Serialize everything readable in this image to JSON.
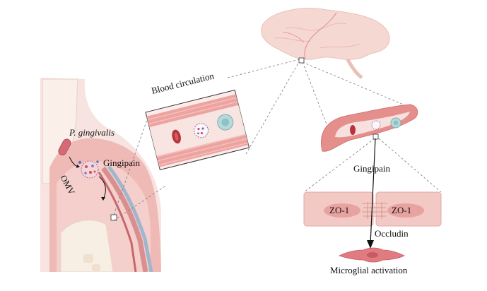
{
  "labels": {
    "p_gingivalis": "P. gingivalis",
    "gingipain_left": "Gingipain",
    "omv": "OMV",
    "blood_circulation": "Blood circulation",
    "gingipain_right": "Gingipain",
    "zo1_left": "ZO-1",
    "zo1_right": "ZO-1",
    "occludin": "Occludin",
    "microglial_activation": "Microglial activation"
  },
  "colors": {
    "tissue": "#f2c9c4",
    "gum": "#e9a7a6",
    "bacterium": "#d46a74",
    "red_cell": "#b8333b",
    "vessel_wall": "#e58f8c",
    "vessel_lumen": "#f7e1de",
    "brain": "#f6d8d3",
    "immune_cell": "#8ec3c6",
    "nerve_blue": "#9fb6cc",
    "microglia": "#e07b82",
    "dashed_line": "#777777"
  }
}
